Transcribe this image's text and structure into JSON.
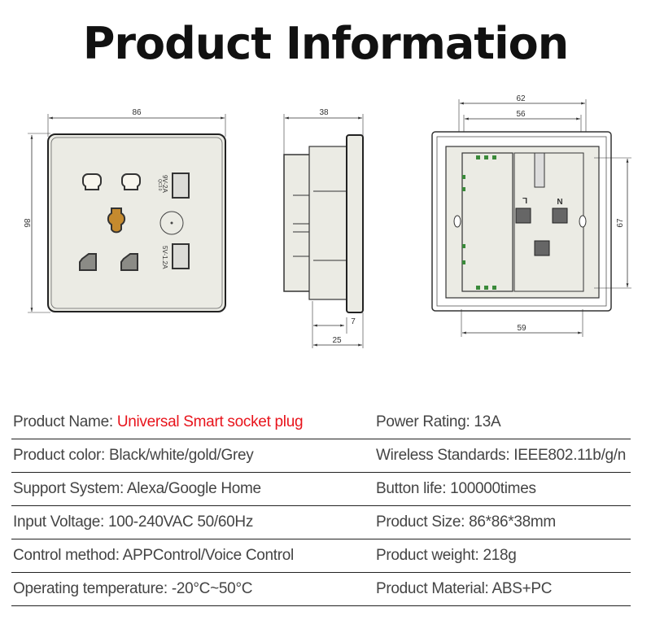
{
  "title": "Product Information",
  "drawings": {
    "front": {
      "width_dim": "86",
      "height_dim": "86",
      "usb_top": "9V-2A",
      "usb_top_sub": "QC3.0",
      "usb_bottom": "5V-1.2A"
    },
    "side": {
      "depth_dim": "38",
      "front_dim": "7",
      "body_dim": "25"
    },
    "back": {
      "outer_dim": "62",
      "inner_dim": "56",
      "height_dim": "67",
      "bottom_dim": "59",
      "label_l": "L",
      "label_n": "N"
    }
  },
  "specs": [
    {
      "left_label": "Product Name:",
      "left_value": "Universal Smart socket plug",
      "right_label": "Power Rating:",
      "right_value": "13A"
    },
    {
      "left_label": "Product color:",
      "left_value": "Black/white/gold/Grey",
      "right_label": "Wireless Standards:",
      "right_value": "IEEE802.11b/g/n"
    },
    {
      "left_label": "Support System:",
      "left_value": "Alexa/Google Home",
      "right_label": "Button life:",
      "right_value": "100000times"
    },
    {
      "left_label": "Input Voltage:",
      "left_value": "100-240VAC 50/60Hz",
      "right_label": "Product Size:",
      "right_value": "86*86*38mm"
    },
    {
      "left_label": "Control method:",
      "left_value": "APPControl/Voice Control",
      "right_label": "Product weight:",
      "right_value": "218g"
    },
    {
      "left_label": "Operating temperature:",
      "left_value": "-20°C~50°C",
      "right_label": "Product Material:",
      "right_value": "ABS+PC"
    }
  ],
  "colors": {
    "highlight": "#e8141c",
    "plate": "#ebebe4",
    "earth": "#c58a2e"
  }
}
